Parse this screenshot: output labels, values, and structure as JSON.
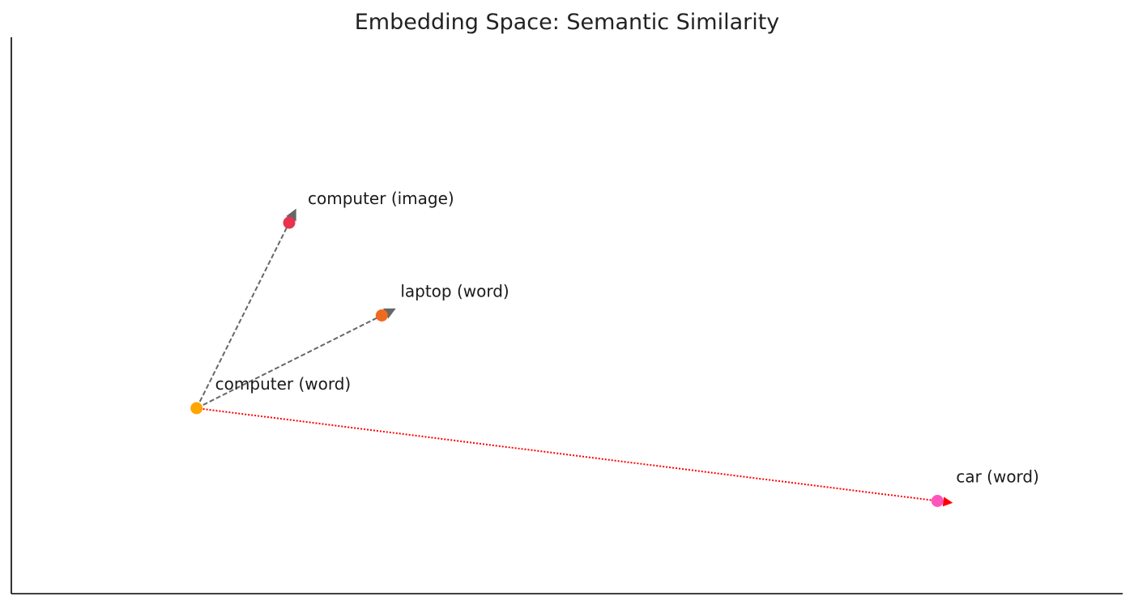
{
  "chart_data": {
    "type": "scatter",
    "title": "Embedding Space: Semantic Similarity",
    "xlabel": "",
    "ylabel": "",
    "xlim": [
      0,
      12
    ],
    "ylim": [
      0,
      6
    ],
    "grid": false,
    "points": [
      {
        "label": "computer (word)",
        "x": 2.0,
        "y": 2.0,
        "color": "#FFA500"
      },
      {
        "label": "computer (image)",
        "x": 3.0,
        "y": 4.0,
        "color": "#E8334F"
      },
      {
        "label": "laptop (word)",
        "x": 4.0,
        "y": 3.0,
        "color": "#F06A1E"
      },
      {
        "label": "car (word)",
        "x": 10.0,
        "y": 1.0,
        "color": "#FF55BB"
      }
    ],
    "arrows": [
      {
        "from": "computer (word)",
        "to": "computer (image)",
        "style": "dashed",
        "color": "#666666"
      },
      {
        "from": "computer (word)",
        "to": "laptop (word)",
        "style": "dashed",
        "color": "#666666"
      },
      {
        "from": "computer (word)",
        "to": "car (word)",
        "style": "dotted",
        "color": "#FF0000"
      }
    ]
  }
}
